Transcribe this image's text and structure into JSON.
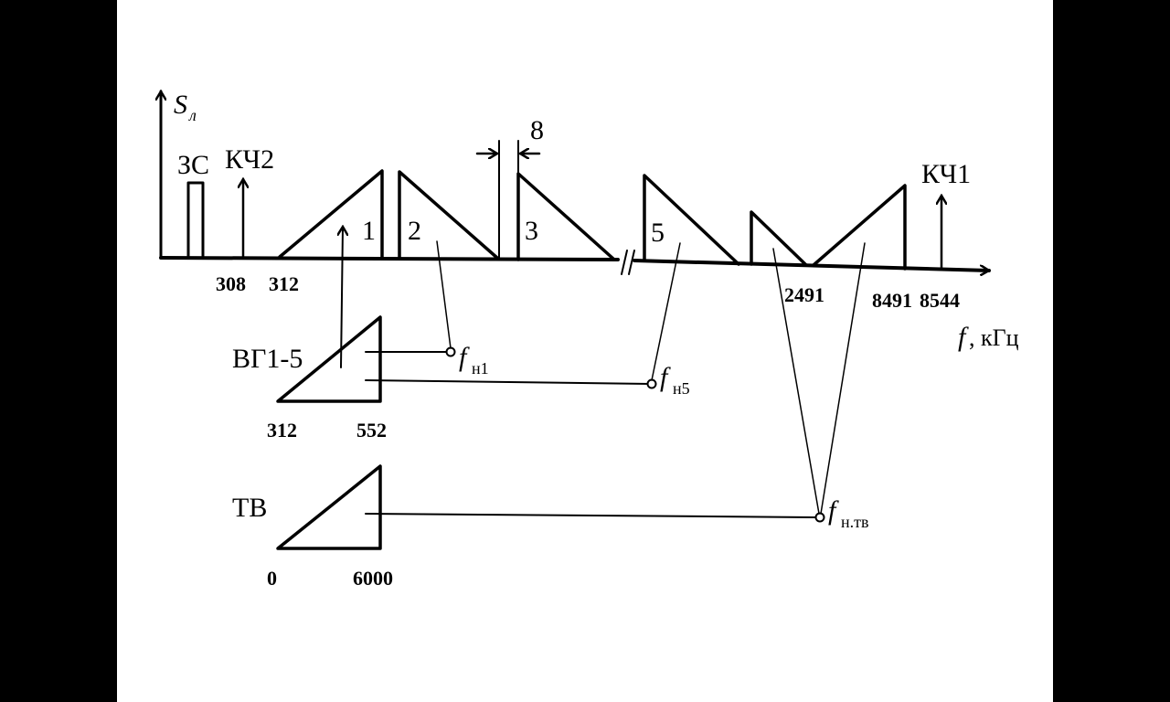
{
  "axis": {
    "y_symbol": "S",
    "y_subscript": "л",
    "x_symbol": "f",
    "x_unit": ", кГц"
  },
  "signals": {
    "zs": "ЗС",
    "kch2": "КЧ2",
    "kch1": "КЧ1"
  },
  "groups": [
    "1",
    "2",
    "3",
    "5"
  ],
  "gap_label": "8",
  "ticks": [
    "308",
    "312",
    "2491",
    "8491",
    "8544"
  ],
  "vg": {
    "label": "ВГ1-5",
    "start": "312",
    "end": "552",
    "f1_symbol": "f",
    "f1_sub": "н1",
    "f5_symbol": "f",
    "f5_sub": "н5"
  },
  "tv": {
    "label": "ТВ",
    "start": "0",
    "end": "6000",
    "f_symbol": "f",
    "f_sub": "н.тв"
  }
}
